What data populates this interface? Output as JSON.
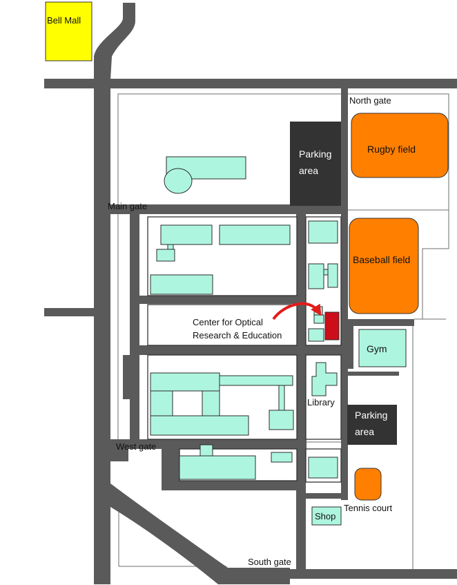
{
  "colors": {
    "road": "#5a5a5a",
    "building": "#aef5df",
    "parking": "#333333",
    "sports_field": "#ff7f00",
    "mall": "#ffff00",
    "highlight_building": "#cc0e1a",
    "highlight_text": "#e21b1b",
    "background": "#ffffff"
  },
  "labels": {
    "bell_mall": "Bell Mall",
    "north_gate": "North gate",
    "main_gate": "Main gate",
    "west_gate": "West gate",
    "south_gate": "South gate",
    "parking_north_line1": "Parking",
    "parking_north_line2": "area",
    "parking_south_line1": "Parking",
    "parking_south_line2": "area",
    "rugby_field": "Rugby field",
    "baseball_field": "Baseball field",
    "gym": "Gym",
    "library": "Library",
    "tennis_court": "Tennis court",
    "shop": "Shop",
    "creol_line1": "Center for Optical",
    "creol_line2": "Research & Education"
  },
  "icons": {
    "arrow": "curved-arrow-icon"
  }
}
